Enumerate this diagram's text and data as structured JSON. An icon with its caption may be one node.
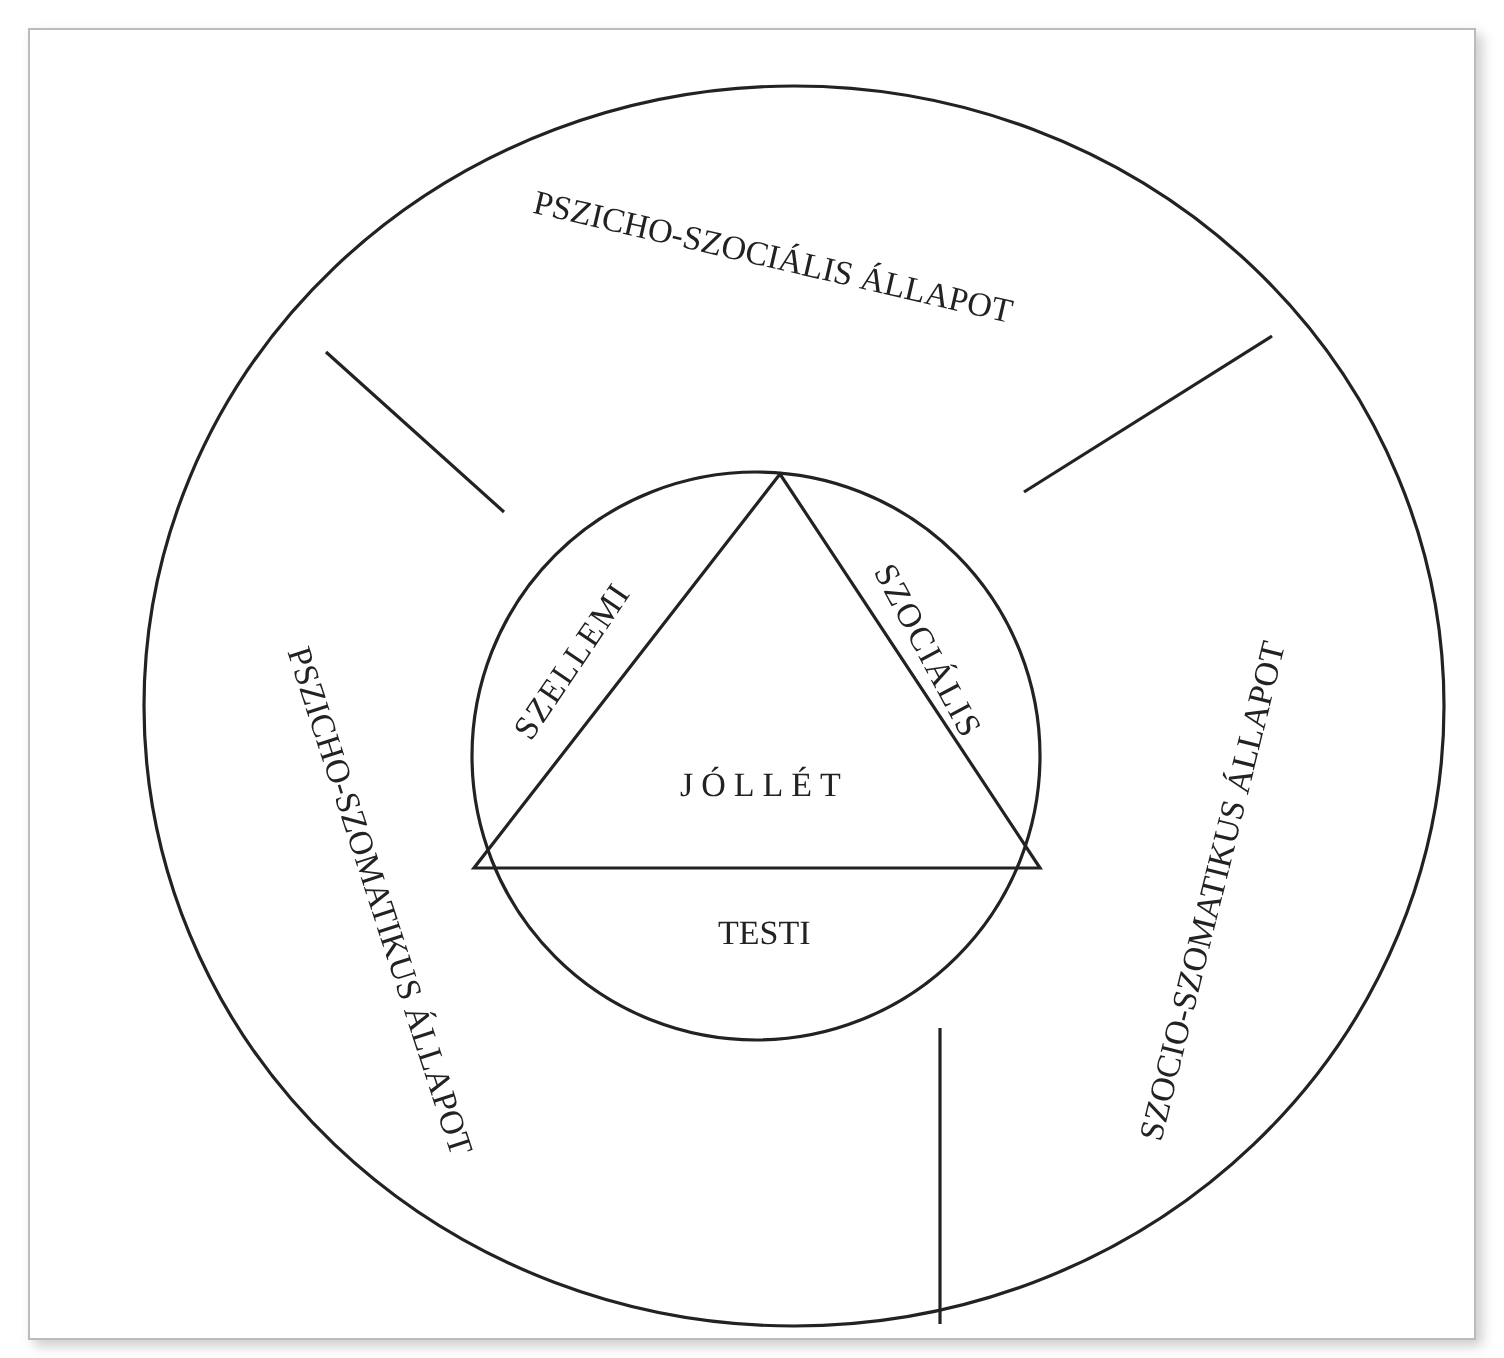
{
  "diagram": {
    "nodes": [
      {
        "text": [
          "PSZICHO-SZOCIÁLIS ÁLLAPOT"
        ]
      },
      {
        "text": [
          "PSZICHO-SZOMATIKUS ÁLLAPOT"
        ]
      },
      {
        "text": [
          "SZOCIO-SZOMATIKUS ÁLLAPOT"
        ]
      },
      {
        "text": [
          "SZELLEMI"
        ]
      },
      {
        "text": [
          "SZOCIÁLIS"
        ]
      },
      {
        "text": [
          "JÓLLÉT"
        ]
      },
      {
        "text": [
          "TESTI"
        ]
      }
    ],
    "edges": []
  }
}
